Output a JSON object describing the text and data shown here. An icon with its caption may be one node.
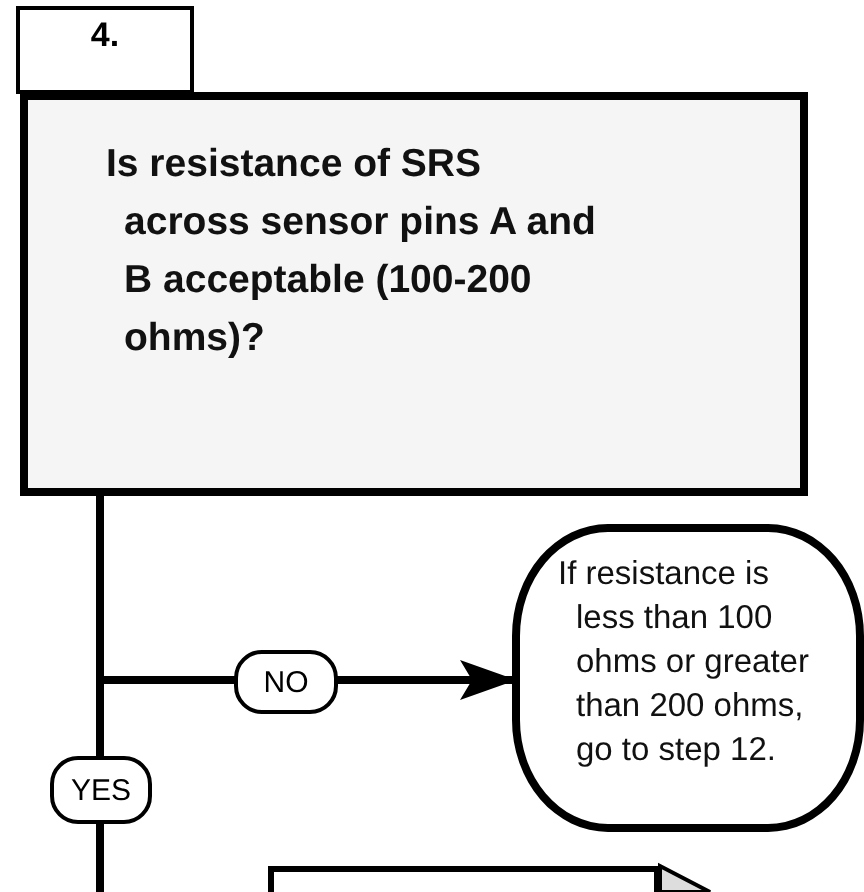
{
  "diagram": {
    "nodes": [
      {
        "text": [
          "4."
        ]
      },
      {
        "text": [
          "Is resistance of SRS across sensor pins A and B acceptable (100-200 ohms)?"
        ]
      },
      {
        "text": [
          "If resistance is less than 100 ohms or greater than 200 ohms, go to step 12."
        ]
      },
      {
        "text": [],
        "shape": "box"
      }
    ],
    "edges": [
      {
        "from": 1,
        "to": 2,
        "arrow": "to",
        "label": "NO"
      },
      {
        "from": 1,
        "to": null,
        "arrow": "none",
        "label": "YES"
      }
    ]
  }
}
